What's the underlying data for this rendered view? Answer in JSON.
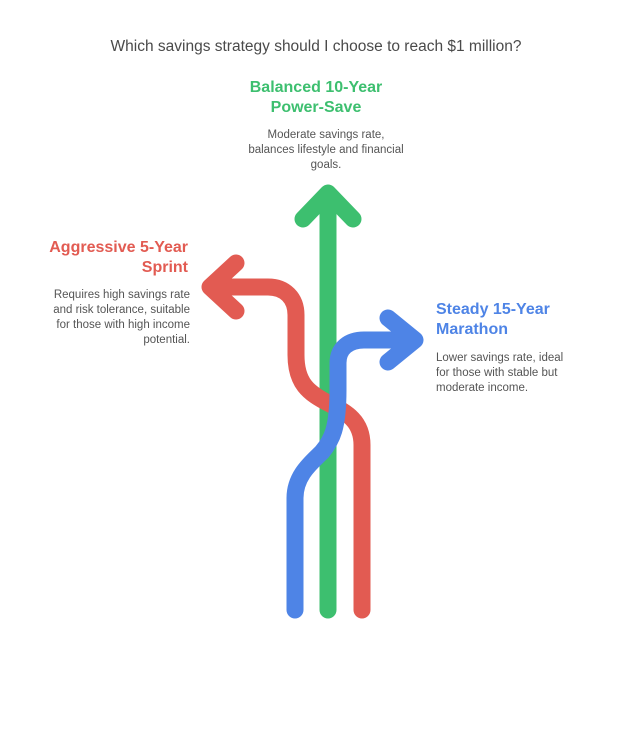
{
  "question": "Which savings strategy should I choose to reach $1 million?",
  "colors": {
    "balanced": "#3dbf6f",
    "aggressive": "#e25b52",
    "steady": "#4e84e6"
  },
  "options": {
    "balanced": {
      "title_line1": "Balanced 10-Year",
      "title_line2": "Power-Save",
      "desc_line1": "Moderate savings rate,",
      "desc_line2": "balances lifestyle and financial",
      "desc_line3": "goals."
    },
    "aggressive": {
      "title_line1": "Aggressive 5-Year",
      "title_line2": "Sprint",
      "desc_line1": "Requires high savings rate",
      "desc_line2": "and risk tolerance, suitable",
      "desc_line3": "for those with high income",
      "desc_line4": "potential."
    },
    "steady": {
      "title_line1": "Steady 15-Year",
      "title_line2": "Marathon",
      "desc_line1": "Lower savings rate, ideal",
      "desc_line2": "for those with stable but",
      "desc_line3": "moderate income."
    }
  }
}
